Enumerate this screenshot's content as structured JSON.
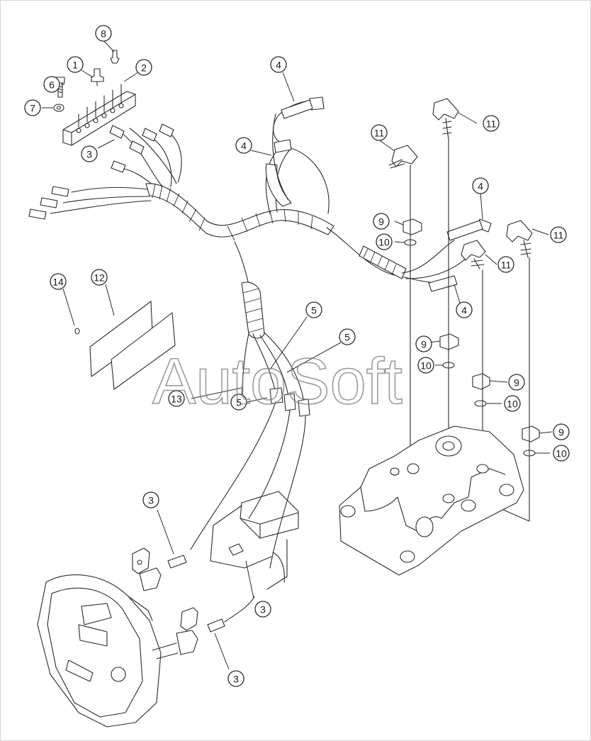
{
  "watermark": "AutoSoft",
  "callouts": [
    {
      "label": "8"
    },
    {
      "label": "1"
    },
    {
      "label": "2"
    },
    {
      "label": "6"
    },
    {
      "label": "7"
    },
    {
      "label": "3"
    },
    {
      "label": "4"
    },
    {
      "label": "4"
    },
    {
      "label": "11"
    },
    {
      "label": "11"
    },
    {
      "label": "4"
    },
    {
      "label": "11"
    },
    {
      "label": "9"
    },
    {
      "label": "10"
    },
    {
      "label": "11"
    },
    {
      "label": "14"
    },
    {
      "label": "12"
    },
    {
      "label": "5"
    },
    {
      "label": "5"
    },
    {
      "label": "4"
    },
    {
      "label": "9"
    },
    {
      "label": "10"
    },
    {
      "label": "9"
    },
    {
      "label": "10"
    },
    {
      "label": "13"
    },
    {
      "label": "5"
    },
    {
      "label": "9"
    },
    {
      "label": "10"
    },
    {
      "label": "3"
    },
    {
      "label": "3"
    },
    {
      "label": "3"
    }
  ],
  "colors": {
    "line": "#2a2a2a",
    "background": "#ffffff",
    "watermark": "#7a7a7a"
  }
}
